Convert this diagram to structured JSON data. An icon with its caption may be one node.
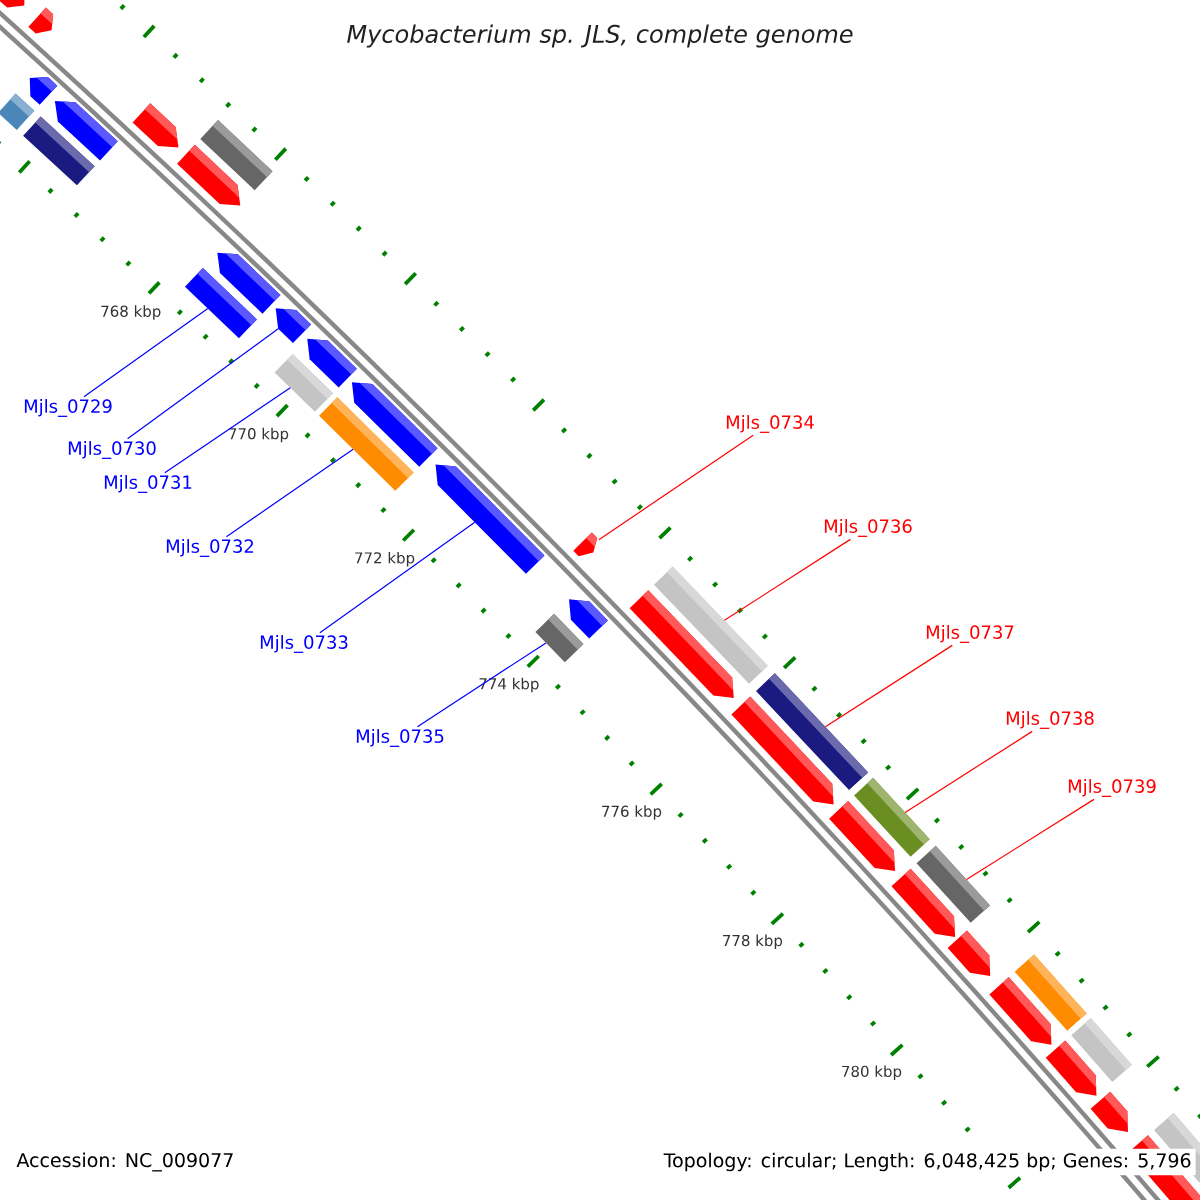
{
  "diagram": {
    "title": "Mycobacterium sp. JLS, complete genome",
    "nodes": [
      {
        "text": [
          "Mjls_0729"
        ]
      },
      {
        "text": [
          "Mjls_0730"
        ]
      },
      {
        "text": [
          "Mjls_0731"
        ]
      },
      {
        "text": [
          "Mjls_0732"
        ]
      },
      {
        "text": [
          "Mjls_0733"
        ]
      },
      {
        "text": [
          "Mjls_0734"
        ]
      },
      {
        "text": [
          "Mjls_0735"
        ]
      },
      {
        "text": [
          "Mjls_0736"
        ]
      },
      {
        "text": [
          "Mjls_0737"
        ]
      },
      {
        "text": [
          "Mjls_0738"
        ]
      },
      {
        "text": [
          "Mjls_0739"
        ]
      },
      {
        "text": [],
        "shape": "arrow"
      },
      {
        "text": [],
        "shape": "arrow"
      },
      {
        "text": [],
        "shape": "arrow"
      },
      {
        "text": [],
        "shape": "arrow"
      },
      {
        "text": [],
        "shape": "arrow"
      },
      {
        "text": [],
        "shape": "arrow"
      },
      {
        "text": [],
        "shape": "arrow"
      },
      {
        "text": [],
        "shape": "arrow"
      },
      {
        "text": [],
        "shape": "arrow"
      },
      {
        "text": [],
        "shape": "arrow"
      },
      {
        "text": [],
        "shape": "arrow"
      },
      {
        "text": [],
        "shape": "arrow"
      },
      {
        "text": [],
        "shape": "arrow"
      },
      {
        "text": [],
        "shape": "arrow"
      },
      {
        "text": [],
        "shape": "arrow"
      },
      {
        "text": [],
        "shape": "arrow"
      },
      {
        "text": [],
        "shape": "arrow"
      },
      {
        "text": [],
        "shape": "arrow"
      },
      {
        "text": [],
        "shape": "arrow"
      },
      {
        "text": [],
        "shape": "arrow"
      },
      {
        "text": [],
        "shape": "arrow"
      },
      {
        "text": [],
        "shape": "arrow"
      }
    ],
    "edges": [
      {
        "from": 0,
        "to": 17,
        "arrow": "none"
      },
      {
        "from": 1,
        "to": 18,
        "arrow": "none"
      },
      {
        "from": 2,
        "to": 19,
        "arrow": "none"
      },
      {
        "from": 3,
        "to": 20,
        "arrow": "none"
      },
      {
        "from": 4,
        "to": 21,
        "arrow": "none"
      },
      {
        "from": 5,
        "to": 23,
        "arrow": "none",
        "color": "#ff0000"
      },
      {
        "from": 6,
        "to": 22,
        "arrow": "none"
      },
      {
        "from": 7,
        "to": 24,
        "arrow": "none",
        "color": "#ff0000"
      },
      {
        "from": 8,
        "to": 25,
        "arrow": "none",
        "color": "#ff0000"
      },
      {
        "from": 9,
        "to": 26,
        "arrow": "none",
        "color": "#ff0000"
      },
      {
        "from": 10,
        "to": 27,
        "arrow": "none",
        "color": "#ff0000"
      }
    ],
    "labels": [
      "768 kbp",
      "770 kbp",
      "772 kbp",
      "774 kbp",
      "776 kbp",
      "778 kbp",
      "780 kbp",
      "Accession: NC_009077",
      "Topology: circular; Length: 6,048,425 bp; Genes: 5,796"
    ]
  }
}
